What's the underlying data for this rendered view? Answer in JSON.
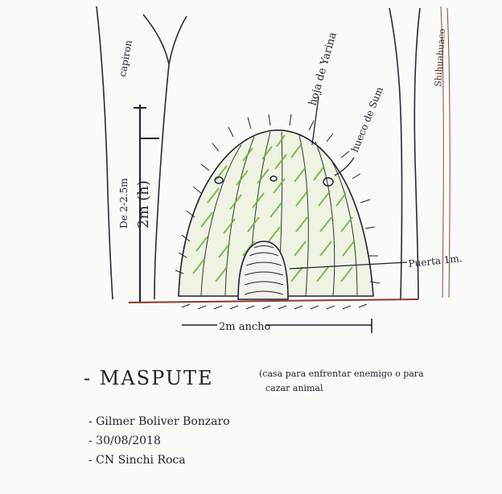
{
  "labels": {
    "capiron": "capiron",
    "hoja_yarina": "hoja de Yarina",
    "shihuahuaco": "Shihuahuaco",
    "hueco_sum": "hueco de Sum",
    "altura_range": "De 2-2.5m",
    "altura": "2m (h)",
    "puerta": "Puerta 1m.",
    "ancho": "2m ancho"
  },
  "title": {
    "name": "- MASPUTE",
    "desc_line1": "(casa para enfrentar enemigo o para",
    "desc_line2": "cazar animal"
  },
  "meta": {
    "author": "- Gilmer Boliver Bonzaro",
    "date": "- 30/08/2018",
    "community": "- CN Sinchi Roca"
  },
  "colors": {
    "ink": "#1e2030",
    "leaf_green": "#6fae3a",
    "ground_red": "#8a3a2a"
  }
}
